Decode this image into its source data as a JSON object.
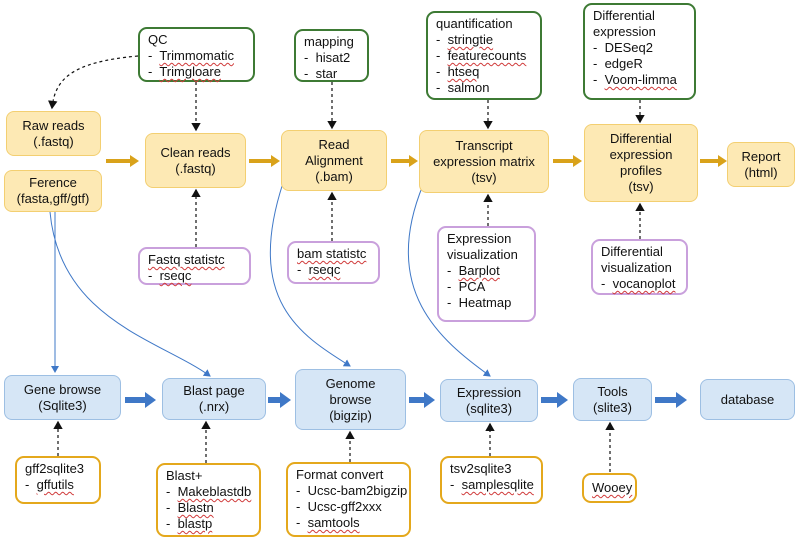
{
  "top_stages": [
    {
      "id": "raw",
      "lines": [
        "Raw reads",
        "(.fastq)"
      ]
    },
    {
      "id": "ference",
      "lines": [
        "Ference",
        "(fasta,gff/gtf)"
      ]
    },
    {
      "id": "clean",
      "lines": [
        "Clean reads",
        "(.fastq)"
      ]
    },
    {
      "id": "align",
      "lines": [
        "Read",
        "Alignment",
        "(.bam)"
      ]
    },
    {
      "id": "matrix",
      "lines": [
        "Transcript",
        "expression matrix",
        "(tsv)"
      ]
    },
    {
      "id": "profiles",
      "lines": [
        "Differential",
        "expression",
        "profiles",
        "(tsv)"
      ]
    },
    {
      "id": "report",
      "lines": [
        "Report",
        "(html)"
      ]
    }
  ],
  "top_tools": {
    "qc": {
      "title": "QC",
      "items": [
        "Trimmomatic",
        "Trimgloare"
      ]
    },
    "mapping": {
      "title": "mapping",
      "items": [
        "hisat2",
        "star"
      ]
    },
    "quant": {
      "title": "quantification",
      "items": [
        "stringtie",
        "featurecounts",
        "htseq",
        "salmon"
      ]
    },
    "diffexp": {
      "title": "Differential expression",
      "items": [
        "DESeq2",
        "edgeR",
        "Voom-limma"
      ]
    }
  },
  "stat_tools": {
    "fastq": {
      "title": "Fastq statistc",
      "items": [
        "rseqc"
      ]
    },
    "bam": {
      "title": "bam statistc",
      "items": [
        "rseqc"
      ]
    },
    "exprvis": {
      "title": "Expression visualization",
      "items": [
        "Barplot",
        "PCA",
        "Heatmap"
      ]
    },
    "diffvis": {
      "title": "Differential visualization",
      "items": [
        "vocanoplot"
      ]
    }
  },
  "bottom_stages": [
    {
      "id": "gene",
      "lines": [
        "Gene browse",
        "(Sqlite3)"
      ]
    },
    {
      "id": "blast",
      "lines": [
        "Blast page",
        "(.nrx)"
      ]
    },
    {
      "id": "genome",
      "lines": [
        "Genome",
        "browse",
        "(bigzip)"
      ]
    },
    {
      "id": "expr",
      "lines": [
        "Expression",
        "(sqlite3)"
      ]
    },
    {
      "id": "tools",
      "lines": [
        "Tools",
        "(slite3)"
      ]
    },
    {
      "id": "db",
      "lines": [
        "database"
      ]
    }
  ],
  "bottom_tools": {
    "gff": {
      "title": "gff2sqlite3",
      "items": [
        "gffutils"
      ]
    },
    "blastplus": {
      "title": "Blast+",
      "items": [
        "Makeblastdb",
        "Blastn",
        "blastp"
      ]
    },
    "format": {
      "title": "Format convert",
      "items": [
        "Ucsc-bam2bigzip",
        "Ucsc-gff2xxx",
        "samtools"
      ]
    },
    "tsv": {
      "title": "tsv2sqlite3",
      "items": [
        "samplesqlite"
      ]
    },
    "wooey": {
      "title": "Wooey",
      "items": []
    }
  },
  "colors": {
    "stage_fill": "#fde9b4",
    "web_fill": "#d6e6f6",
    "gold_arrow": "#d9a21a",
    "blue_arrow": "#3f78c7",
    "green_border": "#3d7a34",
    "purple_border": "#c9a0dc",
    "gold_border": "#e4a81c"
  }
}
